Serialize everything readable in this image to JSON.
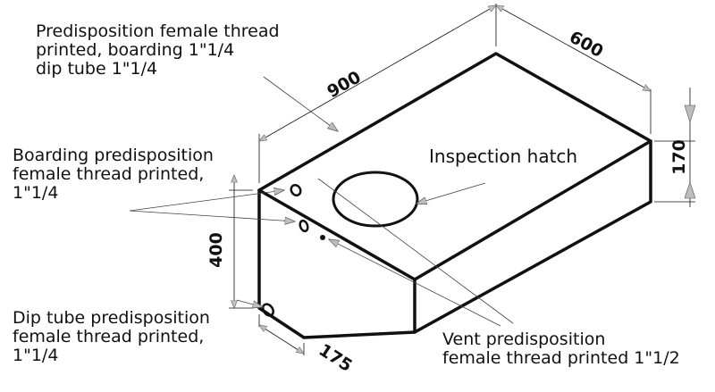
{
  "annotations": {
    "top_note": {
      "lines": [
        "Predisposition female thread",
        "printed, boarding 1\"1/4",
        "dip tube 1\"1/4"
      ]
    },
    "boarding_note": {
      "lines": [
        "Boarding predisposition",
        "female thread printed,",
        "1\"1/4"
      ]
    },
    "dip_tube_note": {
      "lines": [
        "Dip tube predisposition",
        "female thread printed,",
        "1\"1/4"
      ]
    },
    "inspection_hatch": "Inspection hatch",
    "vent_note": {
      "lines": [
        "Vent predisposition",
        "female thread printed 1\"1/2"
      ]
    }
  },
  "dimensions": {
    "length": "900",
    "width": "600",
    "height_back": "170",
    "height_front": "400",
    "bottom_offset": "175"
  },
  "colors": {
    "line": "#111111",
    "arrow_fill": "#bdbdbd",
    "background": "#ffffff"
  }
}
